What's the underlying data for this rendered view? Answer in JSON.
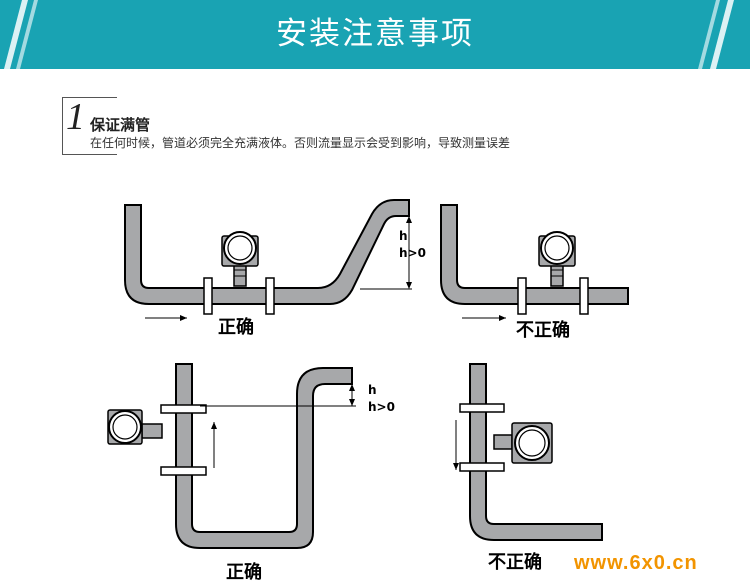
{
  "header": {
    "title": "安装注意事项"
  },
  "section": {
    "number": "1",
    "title": "保证满管",
    "description": "在任何时候，管道必须完全充满液体。否则流量显示会受到影响，导致测量误差"
  },
  "diagrams": {
    "top_left": {
      "caption": "正确",
      "h": "h",
      "h_cond": "h>0"
    },
    "top_right": {
      "caption": "不正确"
    },
    "bottom_left": {
      "caption": "正确",
      "h": "h",
      "h_cond": "h>0"
    },
    "bottom_right": {
      "caption": "不正确"
    }
  },
  "watermark": "www.6x0.cn",
  "colors": {
    "banner": "#19a3b3",
    "pipe_fill": "#a7a8aa",
    "watermark": "#f29400"
  }
}
